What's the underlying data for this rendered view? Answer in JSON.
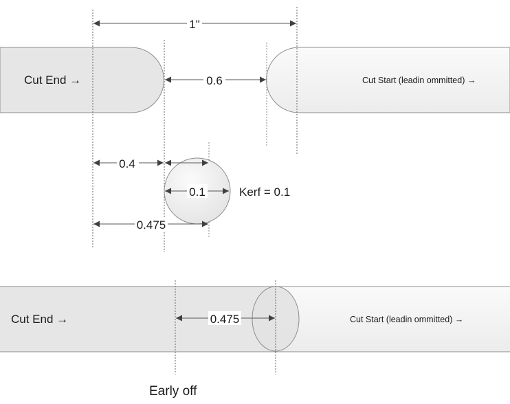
{
  "colors": {
    "cut_end_fill": "#e6e6e6",
    "cut_start_fill": "#f3f3f3",
    "outline": "#8c8c8c",
    "arrow": "#404040",
    "guide": "#666666",
    "text": "#1a1a1a"
  },
  "top_section": {
    "cut_end_label": "Cut End →",
    "cut_start_label": "Cut Start (leadin ommitted) →",
    "dim_total": "1\"",
    "dim_gap": "0.6"
  },
  "kerf_section": {
    "dim_offset": "0.4",
    "dim_kerf_width": "0.1",
    "dim_early_off": "0.475",
    "kerf_label": "Kerf = 0.1"
  },
  "bottom_section": {
    "cut_end_label": "Cut End →",
    "cut_start_label": "Cut Start (leadin ommitted) →",
    "dim_early_off": "0.475",
    "early_off_label": "Early off"
  }
}
